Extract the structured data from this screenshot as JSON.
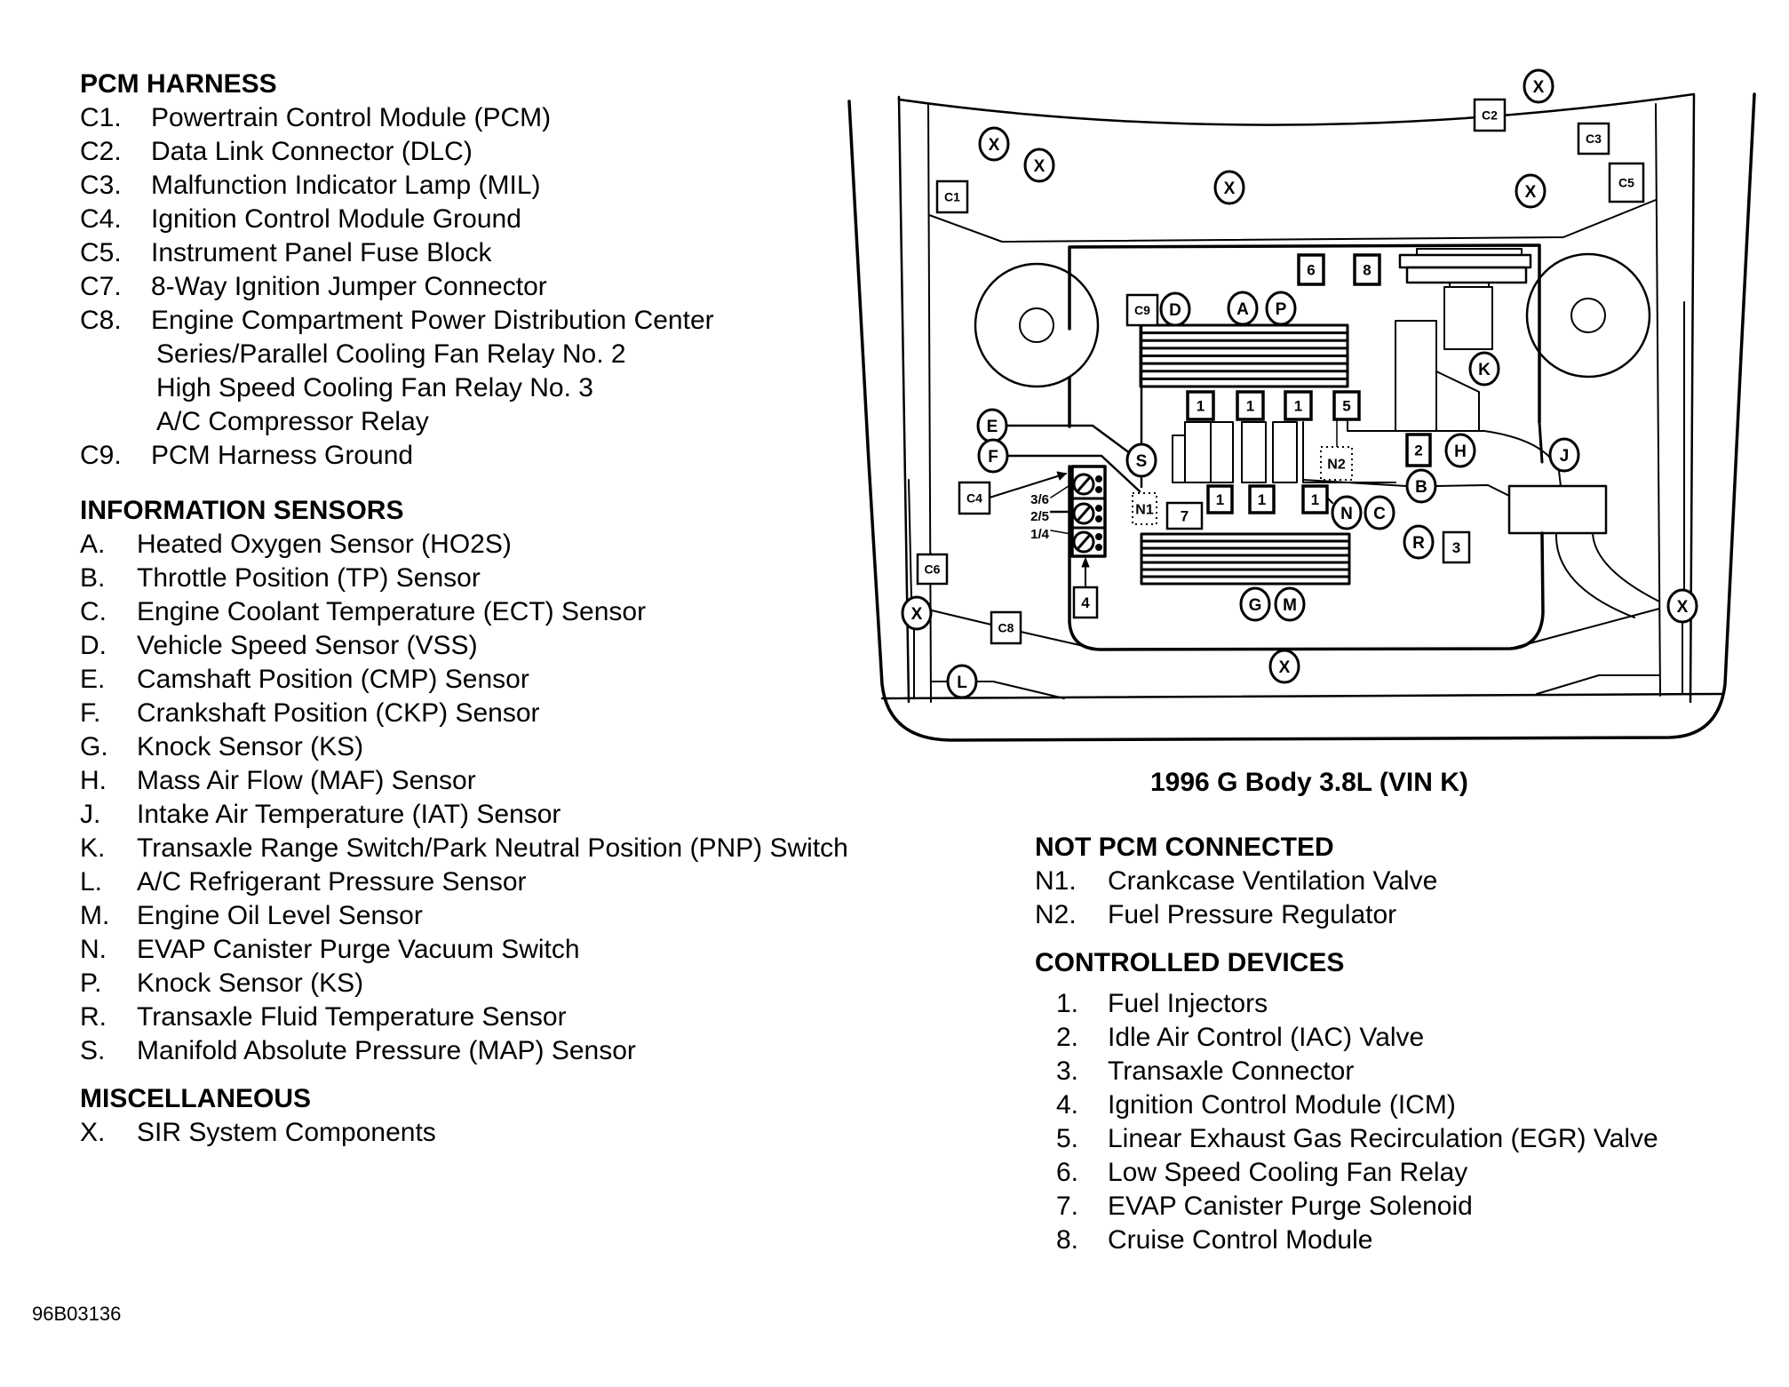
{
  "sections": {
    "pcm_harness": {
      "title": "PCM HARNESS",
      "items": [
        {
          "key": "C1.",
          "label": "Powertrain Control Module (PCM)"
        },
        {
          "key": "C2.",
          "label": "Data Link Connector (DLC)"
        },
        {
          "key": "C3.",
          "label": "Malfunction Indicator Lamp (MIL)"
        },
        {
          "key": "C4.",
          "label": "Ignition Control Module Ground"
        },
        {
          "key": "C5.",
          "label": "Instrument Panel Fuse Block"
        },
        {
          "key": "C7.",
          "label": "8-Way Ignition Jumper Connector"
        },
        {
          "key": "C8.",
          "label": "Engine Compartment Power Distribution Center"
        },
        {
          "key": "",
          "label": "Series/Parallel Cooling Fan Relay No. 2"
        },
        {
          "key": "",
          "label": "High Speed Cooling Fan Relay No. 3"
        },
        {
          "key": "",
          "label": "A/C Compressor Relay"
        },
        {
          "key": "C9.",
          "label": "PCM Harness Ground"
        }
      ]
    },
    "information_sensors": {
      "title": "INFORMATION SENSORS",
      "items": [
        {
          "key": "A.",
          "label": "Heated Oxygen Sensor (HO2S)"
        },
        {
          "key": "B.",
          "label": "Throttle Position (TP) Sensor"
        },
        {
          "key": "C.",
          "label": "Engine Coolant Temperature (ECT) Sensor"
        },
        {
          "key": "D.",
          "label": "Vehicle Speed Sensor (VSS)"
        },
        {
          "key": "E.",
          "label": "Camshaft Position (CMP) Sensor"
        },
        {
          "key": "F.",
          "label": "Crankshaft Position (CKP) Sensor"
        },
        {
          "key": "G.",
          "label": "Knock Sensor (KS)"
        },
        {
          "key": "H.",
          "label": "Mass Air Flow (MAF) Sensor"
        },
        {
          "key": "J.",
          "label": "Intake Air Temperature (IAT) Sensor"
        },
        {
          "key": "K.",
          "label": "Transaxle Range Switch/Park Neutral Position (PNP) Switch"
        },
        {
          "key": "L.",
          "label": "A/C Refrigerant Pressure Sensor"
        },
        {
          "key": "M.",
          "label": "Engine Oil Level Sensor"
        },
        {
          "key": "N.",
          "label": "EVAP Canister Purge Vacuum Switch"
        },
        {
          "key": "P.",
          "label": "Knock Sensor (KS)"
        },
        {
          "key": "R.",
          "label": "Transaxle Fluid Temperature Sensor"
        },
        {
          "key": "S.",
          "label": "Manifold Absolute Pressure (MAP) Sensor"
        }
      ]
    },
    "miscellaneous": {
      "title": "MISCELLANEOUS",
      "items": [
        {
          "key": "X.",
          "label": "SIR System Components"
        }
      ]
    },
    "not_pcm_connected": {
      "title": "NOT PCM CONNECTED",
      "items": [
        {
          "key": "N1.",
          "label": "Crankcase Ventilation Valve"
        },
        {
          "key": "N2.",
          "label": "Fuel Pressure Regulator"
        }
      ]
    },
    "controlled_devices": {
      "title": "CONTROLLED DEVICES",
      "items": [
        {
          "key": "1.",
          "label": "Fuel Injectors"
        },
        {
          "key": "2.",
          "label": "Idle Air Control (IAC) Valve"
        },
        {
          "key": "3.",
          "label": "Transaxle Connector"
        },
        {
          "key": "4.",
          "label": "Ignition Control Module (ICM)"
        },
        {
          "key": "5.",
          "label": "Linear Exhaust Gas Recirculation (EGR) Valve"
        },
        {
          "key": "6.",
          "label": "Low Speed Cooling Fan Relay"
        },
        {
          "key": "7.",
          "label": "EVAP Canister Purge Solenoid"
        },
        {
          "key": "8.",
          "label": "Cruise Control Module"
        }
      ]
    }
  },
  "diagram": {
    "title": "1996 G Body 3.8L (VIN K)",
    "figure_code": "96B03136",
    "callouts": {
      "circles": [
        "X",
        "X",
        "X",
        "X",
        "X",
        "X",
        "X",
        "X",
        "D",
        "A",
        "P",
        "E",
        "F",
        "S",
        "K",
        "H",
        "J",
        "B",
        "N",
        "C",
        "R",
        "G",
        "M",
        "L"
      ],
      "boxes": [
        "C1",
        "C2",
        "C3",
        "C5",
        "C9",
        "C4",
        "C6",
        "C8",
        "6",
        "8",
        "1",
        "1",
        "1",
        "5",
        "1",
        "1",
        "1",
        "7",
        "2",
        "3",
        "4"
      ],
      "dotted": [
        "N1",
        "N2"
      ],
      "coil_labels": [
        "3/6",
        "2/5",
        "1/4"
      ]
    }
  }
}
